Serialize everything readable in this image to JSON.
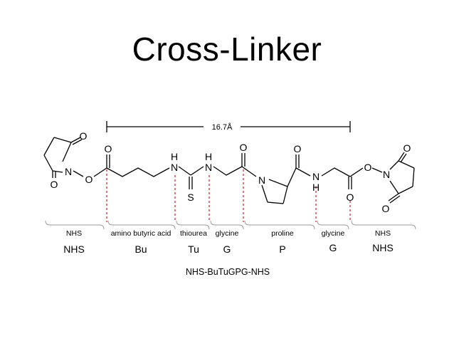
{
  "slide": {
    "title": "Cross-Linker"
  },
  "measurement": {
    "distance_label": "16.7Å"
  },
  "atoms": {
    "o_nhs_left_top": "O",
    "n_nhs_left": "N",
    "o_nhs_left_bottom": "O",
    "o_ester_left": "O",
    "o_carbonyl_left": "O",
    "h_nh1": "H",
    "n_nh1": "N",
    "s_thio": "S",
    "h_nh2": "H",
    "n_nh2": "N",
    "o_carbonyl_mid": "O",
    "n_proline": "N",
    "o_carbonyl_pro": "O",
    "n_nh3": "N",
    "h_nh3": "H",
    "o_carbonyl_gly": "O",
    "o_ester_right": "O",
    "n_nhs_right": "N",
    "o_nhs_right_top": "O",
    "o_nhs_right_bottom": "O"
  },
  "segments": [
    {
      "small": "NHS",
      "big": "NHS"
    },
    {
      "small": "amino butyric acid",
      "big": "Bu"
    },
    {
      "small": "thiourea",
      "big": "Tu"
    },
    {
      "small": "glycine",
      "big": "G"
    },
    {
      "small": "proline",
      "big": "P"
    },
    {
      "small": "glycine",
      "big": "G"
    },
    {
      "small": "NHS",
      "big": "NHS"
    }
  ],
  "compound_name": "NHS-BuTuGPG-NHS",
  "colors": {
    "divider": "#d42020",
    "ink": "#000000",
    "brace": "#9a9a9a"
  }
}
